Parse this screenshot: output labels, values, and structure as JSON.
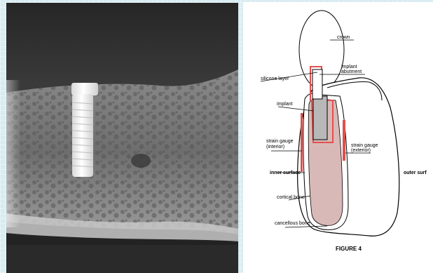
{
  "diagram": {
    "labels": {
      "crown": "crown",
      "implant_abutment_1": "implant",
      "implant_abutment_2": "abutment",
      "silicone_layer": "silicone layer",
      "implant": "implant",
      "strain_gauge_interior_1": "strain gauge",
      "strain_gauge_interior_2": "(interior)",
      "strain_gauge_exterior_1": "strain gauge",
      "strain_gauge_exterior_2": "(exterior)",
      "inner_surface": "inner surface",
      "outer_surface": "outer surf",
      "cortical_bone": "cortical bone",
      "cancellous_bone": "cancellous bone",
      "figure_caption": "FIGURE 4"
    },
    "colors": {
      "cancellous_bone": "#d9b9b7",
      "implant": "#b8b8b8",
      "silicone": "#e05050",
      "strain_gauge": "#e05050",
      "outline": "#000000"
    }
  }
}
